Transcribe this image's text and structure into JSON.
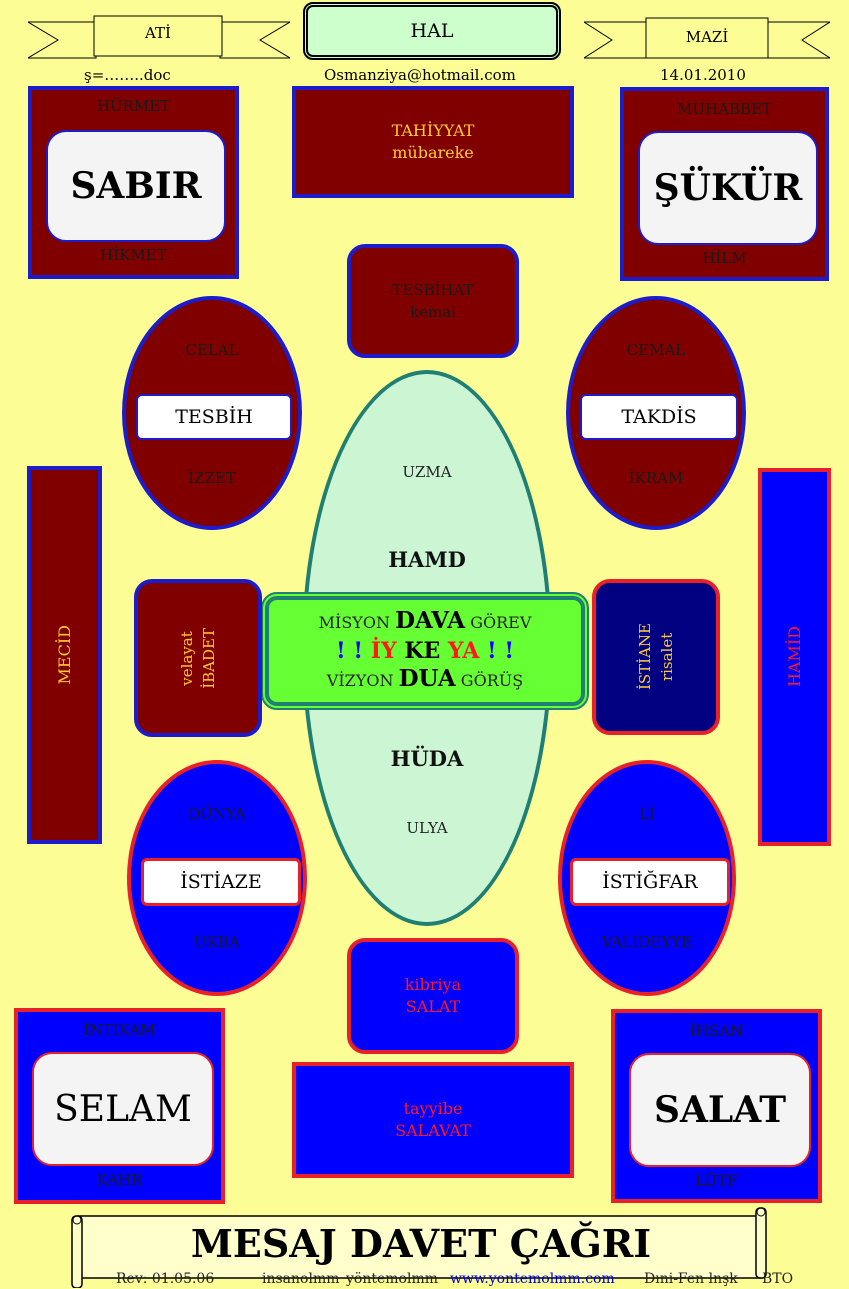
{
  "header": {
    "left_ribbon": "ATİ",
    "center_box": "HAL",
    "right_ribbon": "MAZİ",
    "file": "ş=……..doc",
    "email": "Osmanziya@hotmail.com",
    "date": "14.01.2010"
  },
  "top_left": {
    "top": "HÜRMET",
    "center": "SABIR",
    "bottom": "HİKMET"
  },
  "top_center": {
    "line1": "TAHİYYAT",
    "line2": "mübareke"
  },
  "top_right": {
    "top": "MUHABBET",
    "center": "ŞÜKÜR",
    "bottom": "HİLM"
  },
  "tesbihat": {
    "line1": "TESBİHAT",
    "line2": "kemal"
  },
  "oval_tl": {
    "top": "CELAL",
    "center": "TESBİH",
    "bottom": "İZZET"
  },
  "oval_tr": {
    "top": "CEMAL",
    "center": "TAKDİS",
    "bottom": "İKRAM"
  },
  "big_oval": {
    "top": "UZMA",
    "upper": "HAMD",
    "lower": "HÜDA",
    "bottom": "ULYA"
  },
  "center_box": {
    "r1_left": "MİSYON",
    "r1_mid": "DAVA",
    "r1_right": "GÖREV",
    "r2_a": "!",
    "r2_b": "!",
    "r2_c": "İY",
    "r2_d": "KE",
    "r2_e": "YA",
    "r2_f": "!",
    "r2_g": "!",
    "r3_left": "VİZYON",
    "r3_mid": "DUA",
    "r3_right": "GÖRÜŞ"
  },
  "left_bar": "MECİD",
  "right_bar": "HAMİD",
  "left_mid": {
    "line1": "velayat",
    "line2": "İBADET"
  },
  "right_mid": {
    "line1": "İSTİANE",
    "line2": "risalet"
  },
  "oval_bl": {
    "top": "DÜNYA",
    "center": "İSTİAZE",
    "bottom": "UKBA"
  },
  "oval_br": {
    "top": "Lİ",
    "center": "İSTİĞFAR",
    "bottom": "VALİDEYYE"
  },
  "salat_small": {
    "line1": "kibriya",
    "line2": "SALAT"
  },
  "bottom_left": {
    "top": "İNTİKAM",
    "center": "SELAM",
    "bottom": "KAHR"
  },
  "bottom_center": {
    "line1": "tayyibe",
    "line2": "SALAVAT"
  },
  "bottom_right": {
    "top": "İHSAN",
    "center": "SALAT",
    "bottom": "LÜTF"
  },
  "footer": {
    "title": "MESAJ DAVET ÇAĞRI",
    "rev": "Rev: 01.05.06",
    "insan": "insanolmm",
    "yontem": "yöntemolmm",
    "url": "www.yontemolmm.com",
    "dini": "Dıni-Fen lnşk",
    "bto": "BTO"
  },
  "colors": {
    "background": "#fdfd96",
    "maroon": "#800000",
    "blue": "#0000ff",
    "navy": "#000080",
    "oval_fill": "#ccf5d4",
    "oval_border": "#1e7f72",
    "center_fill": "#66ff33",
    "orange_text": "#ffcc33",
    "red_text": "#ff1a1a"
  }
}
